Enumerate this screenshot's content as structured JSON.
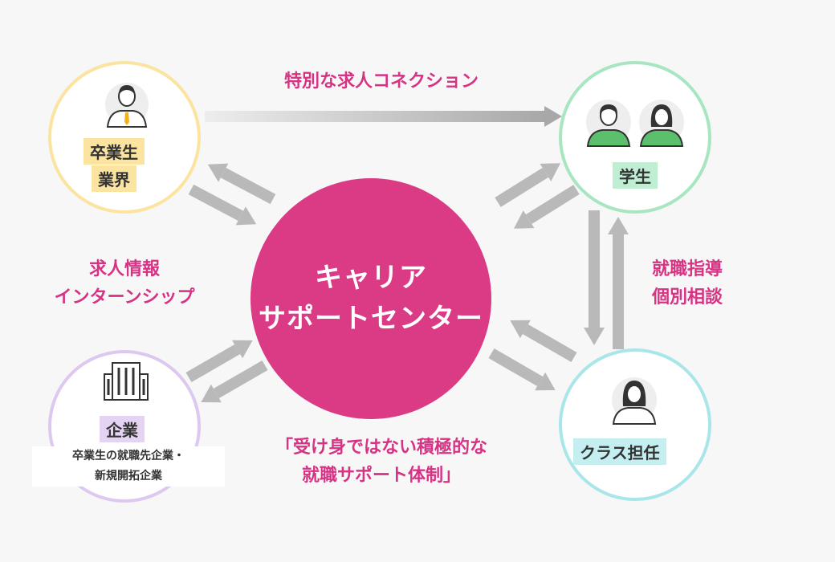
{
  "center": {
    "line1": "キャリア",
    "line2": "サポートセンター"
  },
  "nodes": {
    "alumni": {
      "line1": "卒業生",
      "line2": "業界"
    },
    "students": {
      "label": "学生"
    },
    "companies": {
      "label": "企業",
      "note_line1": "卒業生の就職先企業・",
      "note_line2": "新規開拓企業"
    },
    "teacher": {
      "label": "クラス担任"
    }
  },
  "labels": {
    "top": "特別な求人コネクション",
    "left_line1": "求人情報",
    "left_line2": "インターンシップ",
    "right_line1": "就職指導",
    "right_line2": "個別相談",
    "bottom_line1": "「受け身ではない積極的な",
    "bottom_line2": "就職サポート体制」"
  },
  "colors": {
    "center": "#db3a85",
    "accent_text": "#d63384",
    "alumni_ring": "#fbe3a0",
    "students_ring": "#a8e6c2",
    "companies_ring": "#ddc9ef",
    "teacher_ring": "#a8e6ea",
    "arrow": "#b5b5b5"
  }
}
